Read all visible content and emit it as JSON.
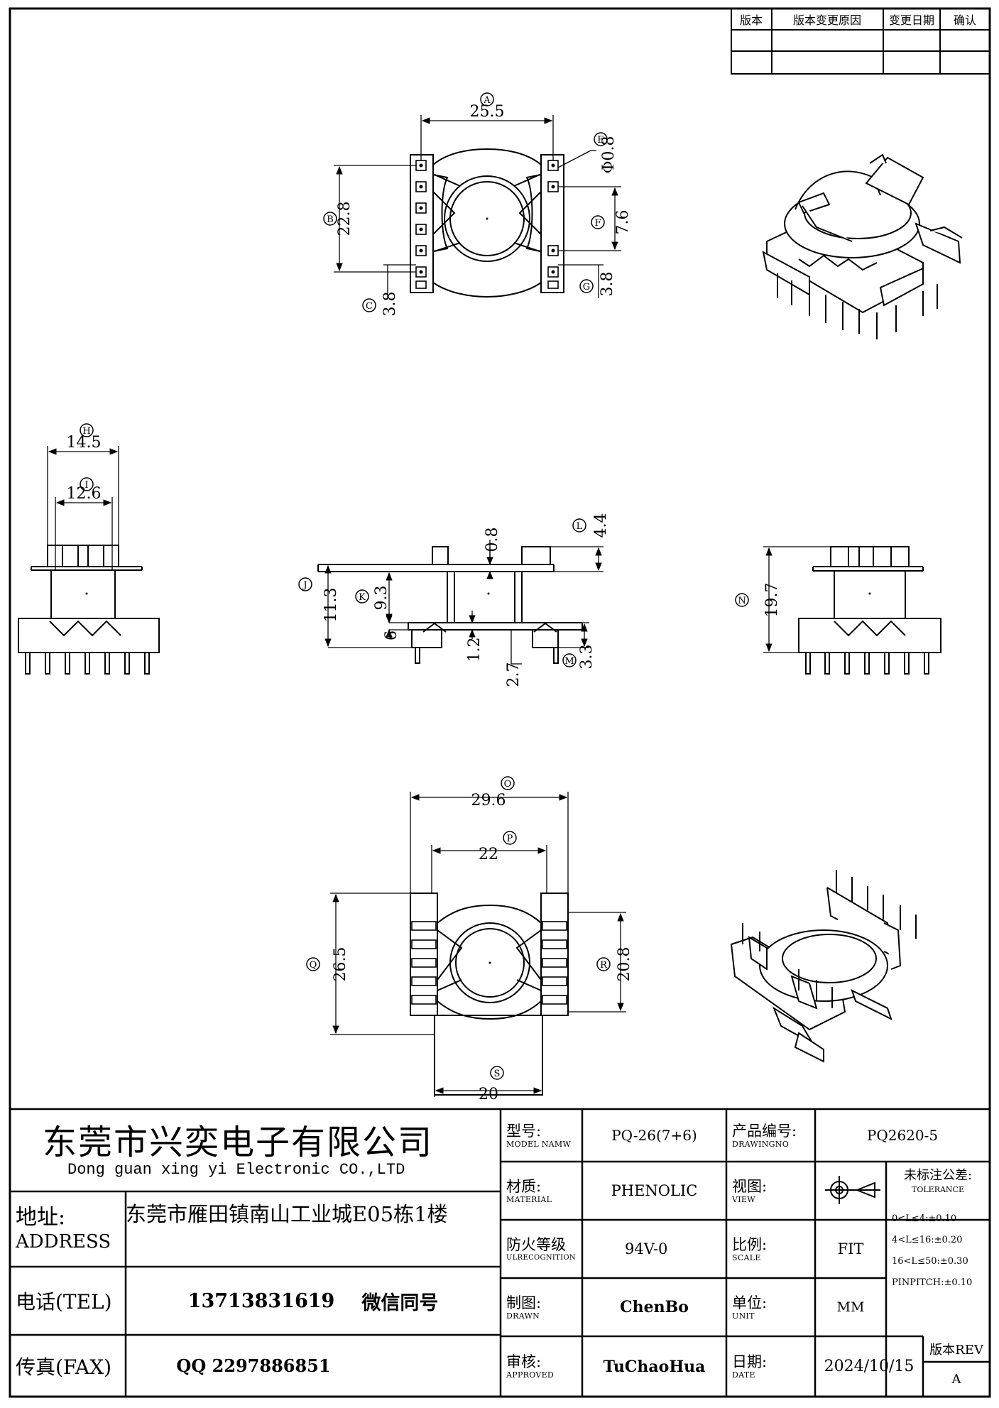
{
  "revision_table": {
    "headers": [
      "版本",
      "版本变更原因",
      "变更日期",
      "确认"
    ],
    "rows": [
      [
        "",
        "",
        "",
        ""
      ],
      [
        "",
        "",
        "",
        ""
      ]
    ]
  },
  "dimensions": {
    "top_view": {
      "A": {
        "label": "A",
        "value": "25.5"
      },
      "B": {
        "label": "B",
        "value": "22.8"
      },
      "C": {
        "label": "C",
        "value": "3.8"
      },
      "E": {
        "label": "E",
        "value": "Φ0.8"
      },
      "F": {
        "label": "F",
        "value": "7.6"
      },
      "G": {
        "label": "G",
        "value": "3.8"
      }
    },
    "side_view_left": {
      "H": {
        "label": "H",
        "value": "14.5"
      },
      "I": {
        "label": "I",
        "value": "12.6"
      }
    },
    "front_view": {
      "J": {
        "label": "J",
        "value": "11.3"
      },
      "K": {
        "label": "K",
        "value": "9.3"
      },
      "L": {
        "label": "L",
        "value": "4.4"
      },
      "M": {
        "label": "M",
        "value": "3.3"
      },
      "d6": "6",
      "d08": "0.8",
      "d12": "1.2",
      "d27": "2.7"
    },
    "side_view_right": {
      "N": {
        "label": "N",
        "value": "19.7"
      }
    },
    "bottom_view": {
      "O": {
        "label": "O",
        "value": "29.6"
      },
      "P": {
        "label": "P",
        "value": "22"
      },
      "Q": {
        "label": "Q",
        "value": "26.5"
      },
      "R": {
        "label": "R",
        "value": "20.8"
      },
      "S": {
        "label": "S",
        "value": "20"
      }
    }
  },
  "title_block": {
    "company_cn": "东莞市兴奕电子有限公司",
    "company_en": "Dong guan xing yi Electronic CO.,LTD",
    "address_label_cn": "地址:",
    "address_label_en": "ADDRESS",
    "address_value": "东莞市雁田镇南山工业城E05栋1楼",
    "tel_label": "电话(TEL)",
    "tel_value": "13713831619",
    "tel_note": "微信同号",
    "fax_label": "传真(FAX)",
    "fax_value": "QQ 2297886851",
    "model_label_cn": "型号:",
    "model_label_en": "MODEL NAMW",
    "model_value": "PQ-26(7+6)",
    "drawingno_label_cn": "产品编号:",
    "drawingno_label_en": "DRAWINGNO",
    "drawingno_value": "PQ2620-5",
    "material_label_cn": "材质:",
    "material_label_en": "MATERIAL",
    "material_value": "PHENOLIC",
    "view_label_cn": "视图:",
    "view_label_en": "VIEW",
    "tolerance_label_cn": "未标注公差:",
    "tolerance_label_en": "TOLERANCE",
    "tolerance_lines": [
      "0<L≤4:±0.10",
      "4<L≤16:±0.20",
      "16<L≤50:±0.30",
      "PINPITCH:±0.10"
    ],
    "fire_label_cn": "防火等级",
    "fire_label_en": "ULRECOGNITION",
    "fire_value": "94V-0",
    "scale_label_cn": "比例:",
    "scale_label_en": "SCALE",
    "scale_value": "FIT",
    "drawn_label_cn": "制图:",
    "drawn_label_en": "DRAWN",
    "drawn_value": "ChenBo",
    "unit_label_cn": "单位:",
    "unit_label_en": "UNIT",
    "unit_value": "MM",
    "approved_label_cn": "审核:",
    "approved_label_en": "APPROVED",
    "approved_value": "TuChaoHua",
    "date_label_cn": "日期:",
    "date_label_en": "DATE",
    "date_value": "2024/10/15",
    "rev_label": "版本REV",
    "rev_value": "A"
  }
}
